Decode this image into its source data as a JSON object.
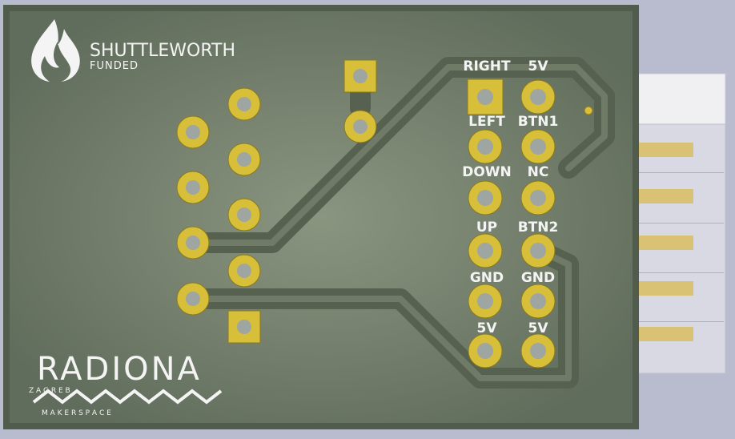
{
  "sponsor": {
    "name": "SHUTTLEWORTH",
    "subtitle": "FUNDED"
  },
  "maker_logo": {
    "name": "RADIONA",
    "city": "Z A G R E B",
    "tagline": "M A K E R S P A C E"
  },
  "pin_labels": [
    {
      "left": "RIGHT",
      "right": "5V"
    },
    {
      "left": "LEFT",
      "right": "BTN1"
    },
    {
      "left": "DOWN",
      "right": "NC"
    },
    {
      "left": "UP",
      "right": "BTN2"
    },
    {
      "left": "GND",
      "right": "GND"
    },
    {
      "left": "5V",
      "right": "5V"
    }
  ],
  "colors": {
    "background": "#b9bccf",
    "board": "#6f7a64",
    "copper_fill": "#5e6a58",
    "pad_gold": "#d8bf3a",
    "silkscreen": "#f4f4f4",
    "header_body": "#f0f0f2",
    "header_pin": "#d9c273"
  }
}
